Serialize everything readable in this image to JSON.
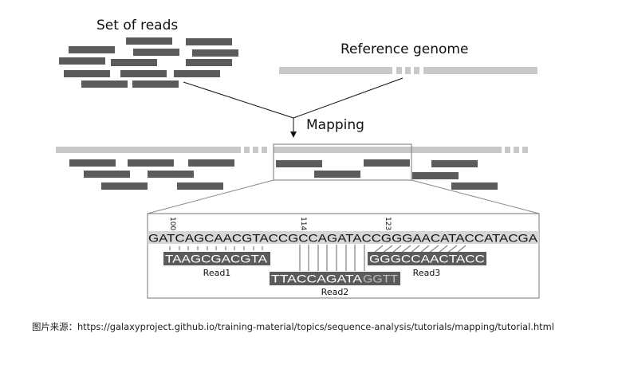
{
  "labels": {
    "set_of_reads": "Set of reads",
    "reference_genome": "Reference genome",
    "mapping": "Mapping"
  },
  "zoom": {
    "reference_sequence": "GATCAGCAACGTACCGCCAGATACCGGGAACATACCATACGA",
    "positions": [
      "100",
      "114",
      "123"
    ],
    "reads": [
      {
        "name": "Read1",
        "sequence": "TAAGCGACGTA"
      },
      {
        "name": "Read2",
        "sequence_matched": "TTACCAGATA",
        "sequence_unmatched": "GGTT"
      },
      {
        "name": "Read3",
        "sequence": "GGGCCAACTACC"
      }
    ]
  },
  "caption": "图片来源：https://galaxyproject.github.io/training-material/topics/sequence-analysis/tutorials/mapping/tutorial.html",
  "colors": {
    "read_bar": "#5b5b5b",
    "reference_bar": "#c8c8c8",
    "read_text": "#ffffff",
    "unmatched_text": "#bbbbbb",
    "reference_text": "#111111"
  }
}
